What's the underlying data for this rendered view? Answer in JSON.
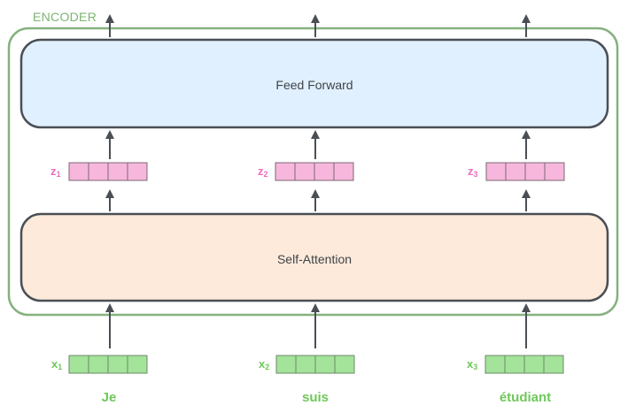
{
  "encoder": {
    "label": "ENCODER",
    "frame_color": "#86b17f"
  },
  "layers": {
    "feed_forward": {
      "label": "Feed Forward",
      "fill": "#e1f0fe"
    },
    "self_attention": {
      "label": "Self-Attention",
      "fill": "#fdeadb"
    }
  },
  "z_vectors": [
    {
      "symbol": "z",
      "index": "1",
      "cells": 4
    },
    {
      "symbol": "z",
      "index": "2",
      "cells": 4
    },
    {
      "symbol": "z",
      "index": "3",
      "cells": 4
    }
  ],
  "x_vectors": [
    {
      "symbol": "x",
      "index": "1",
      "cells": 4
    },
    {
      "symbol": "x",
      "index": "2",
      "cells": 4
    },
    {
      "symbol": "x",
      "index": "3",
      "cells": 4
    }
  ],
  "words": [
    {
      "text": "Je"
    },
    {
      "text": "suis"
    },
    {
      "text": "étudiant"
    }
  ],
  "colors": {
    "z_vector": "#f7b7dc",
    "z_label": "#ee6dbd",
    "x_vector": "#a3e39a",
    "x_label": "#6fc85a",
    "arrow": "#4a4f55"
  }
}
